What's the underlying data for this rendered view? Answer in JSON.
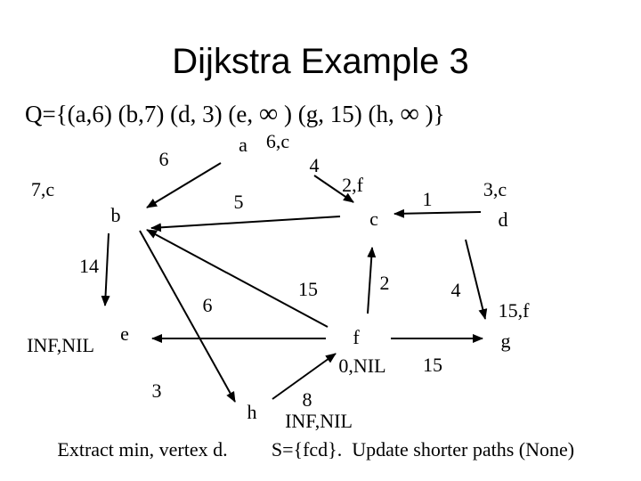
{
  "title": "Dijkstra Example 3",
  "queue": {
    "prefix": "Q={(a,6) (b,7) (d, 3) (e, ",
    "sym1": "∞",
    "mid": " ) (g, 15) (h, ",
    "sym2": "∞",
    "suffix": " )}"
  },
  "nodes": [
    {
      "id": "a",
      "label": "a",
      "annotation": "6,c"
    },
    {
      "id": "b",
      "label": "b",
      "annotation": "7,c"
    },
    {
      "id": "c",
      "label": "c",
      "annotation": "2,f"
    },
    {
      "id": "d",
      "label": "d",
      "annotation": "3,c"
    },
    {
      "id": "e",
      "label": "e",
      "annotation": "INF,NIL"
    },
    {
      "id": "f",
      "label": "f",
      "annotation": "0,NIL"
    },
    {
      "id": "g",
      "label": "g",
      "annotation": "15,f"
    },
    {
      "id": "h",
      "label": "h",
      "annotation": "INF,NIL"
    }
  ],
  "edges": [
    {
      "from": "a",
      "to": "b",
      "weight": "6"
    },
    {
      "from": "c",
      "to": "a",
      "weight": "4"
    },
    {
      "from": "c",
      "to": "b",
      "weight": "5"
    },
    {
      "from": "b",
      "to": "e",
      "weight": "14"
    },
    {
      "from": "f",
      "to": "b",
      "weight": "15"
    },
    {
      "from": "b",
      "to": "h",
      "weight": "3"
    },
    {
      "from": "f",
      "to": "e",
      "weight": "6"
    },
    {
      "from": "f",
      "to": "c",
      "weight": "2"
    },
    {
      "from": "d",
      "to": "c",
      "weight": "1"
    },
    {
      "from": "d",
      "to": "g",
      "weight": "4"
    },
    {
      "from": "f",
      "to": "g",
      "weight": "15"
    },
    {
      "from": "h",
      "to": "f",
      "weight": "8"
    }
  ],
  "footer": {
    "left": "Extract min, vertex d.",
    "right": "S={fcd}.  Update shorter paths (None)"
  }
}
